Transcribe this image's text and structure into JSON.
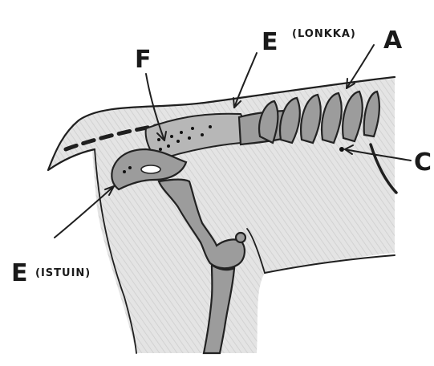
{
  "labels": {
    "a": "A",
    "c": "C",
    "f": "F",
    "e_top": "E",
    "e_top_note": "(LONKKA)",
    "e_left": "E",
    "e_left_note": "(ISTUIN)"
  }
}
